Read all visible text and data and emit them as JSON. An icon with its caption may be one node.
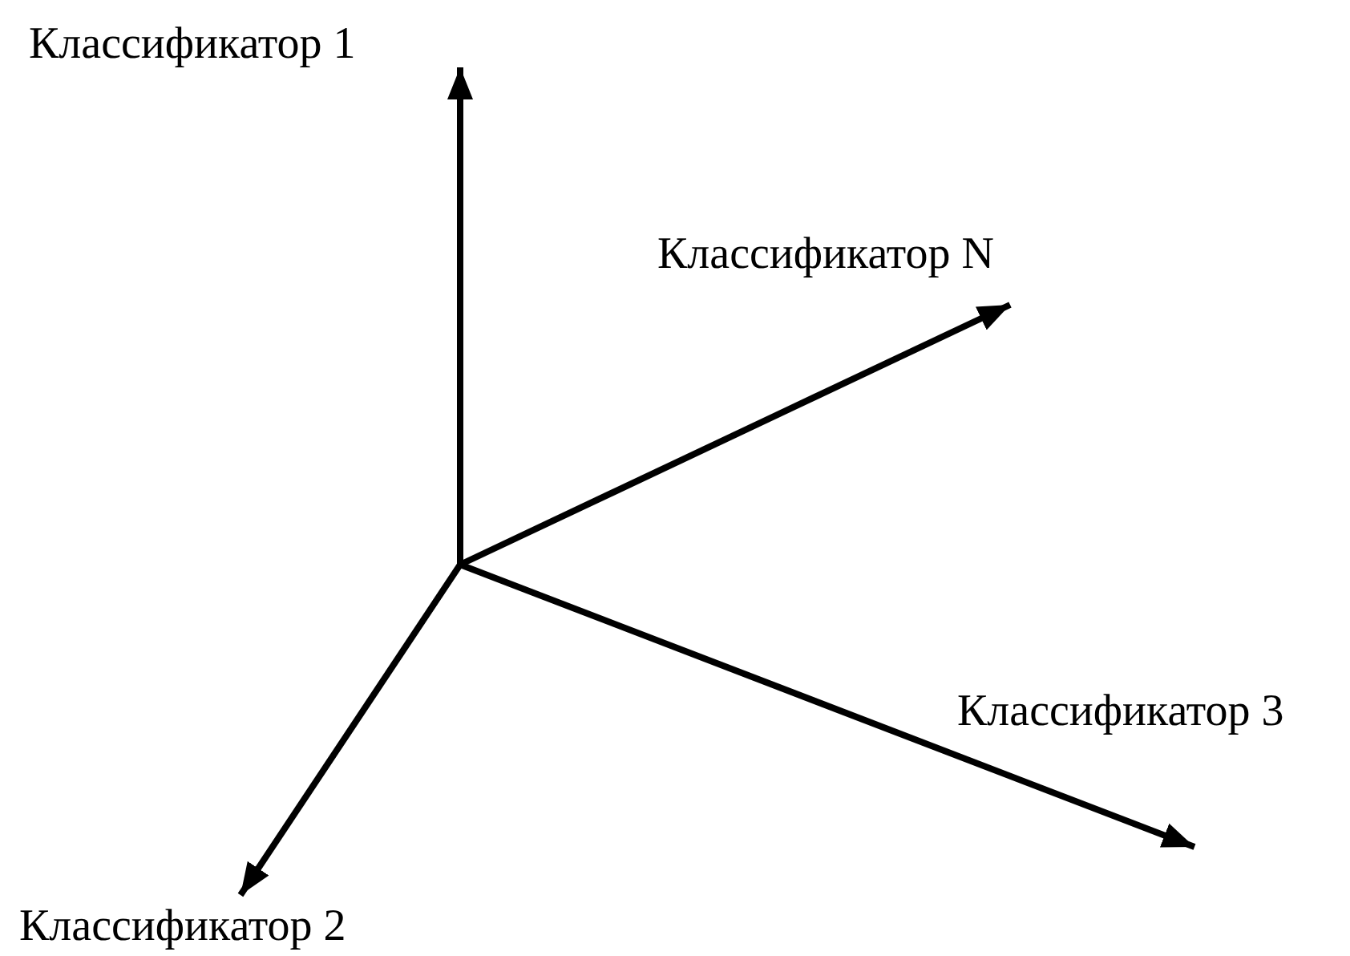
{
  "diagram": {
    "labels": [
      "Классификатор 1",
      "Классификатор N",
      "Классификатор 3",
      "Классификатор 2"
    ]
  }
}
